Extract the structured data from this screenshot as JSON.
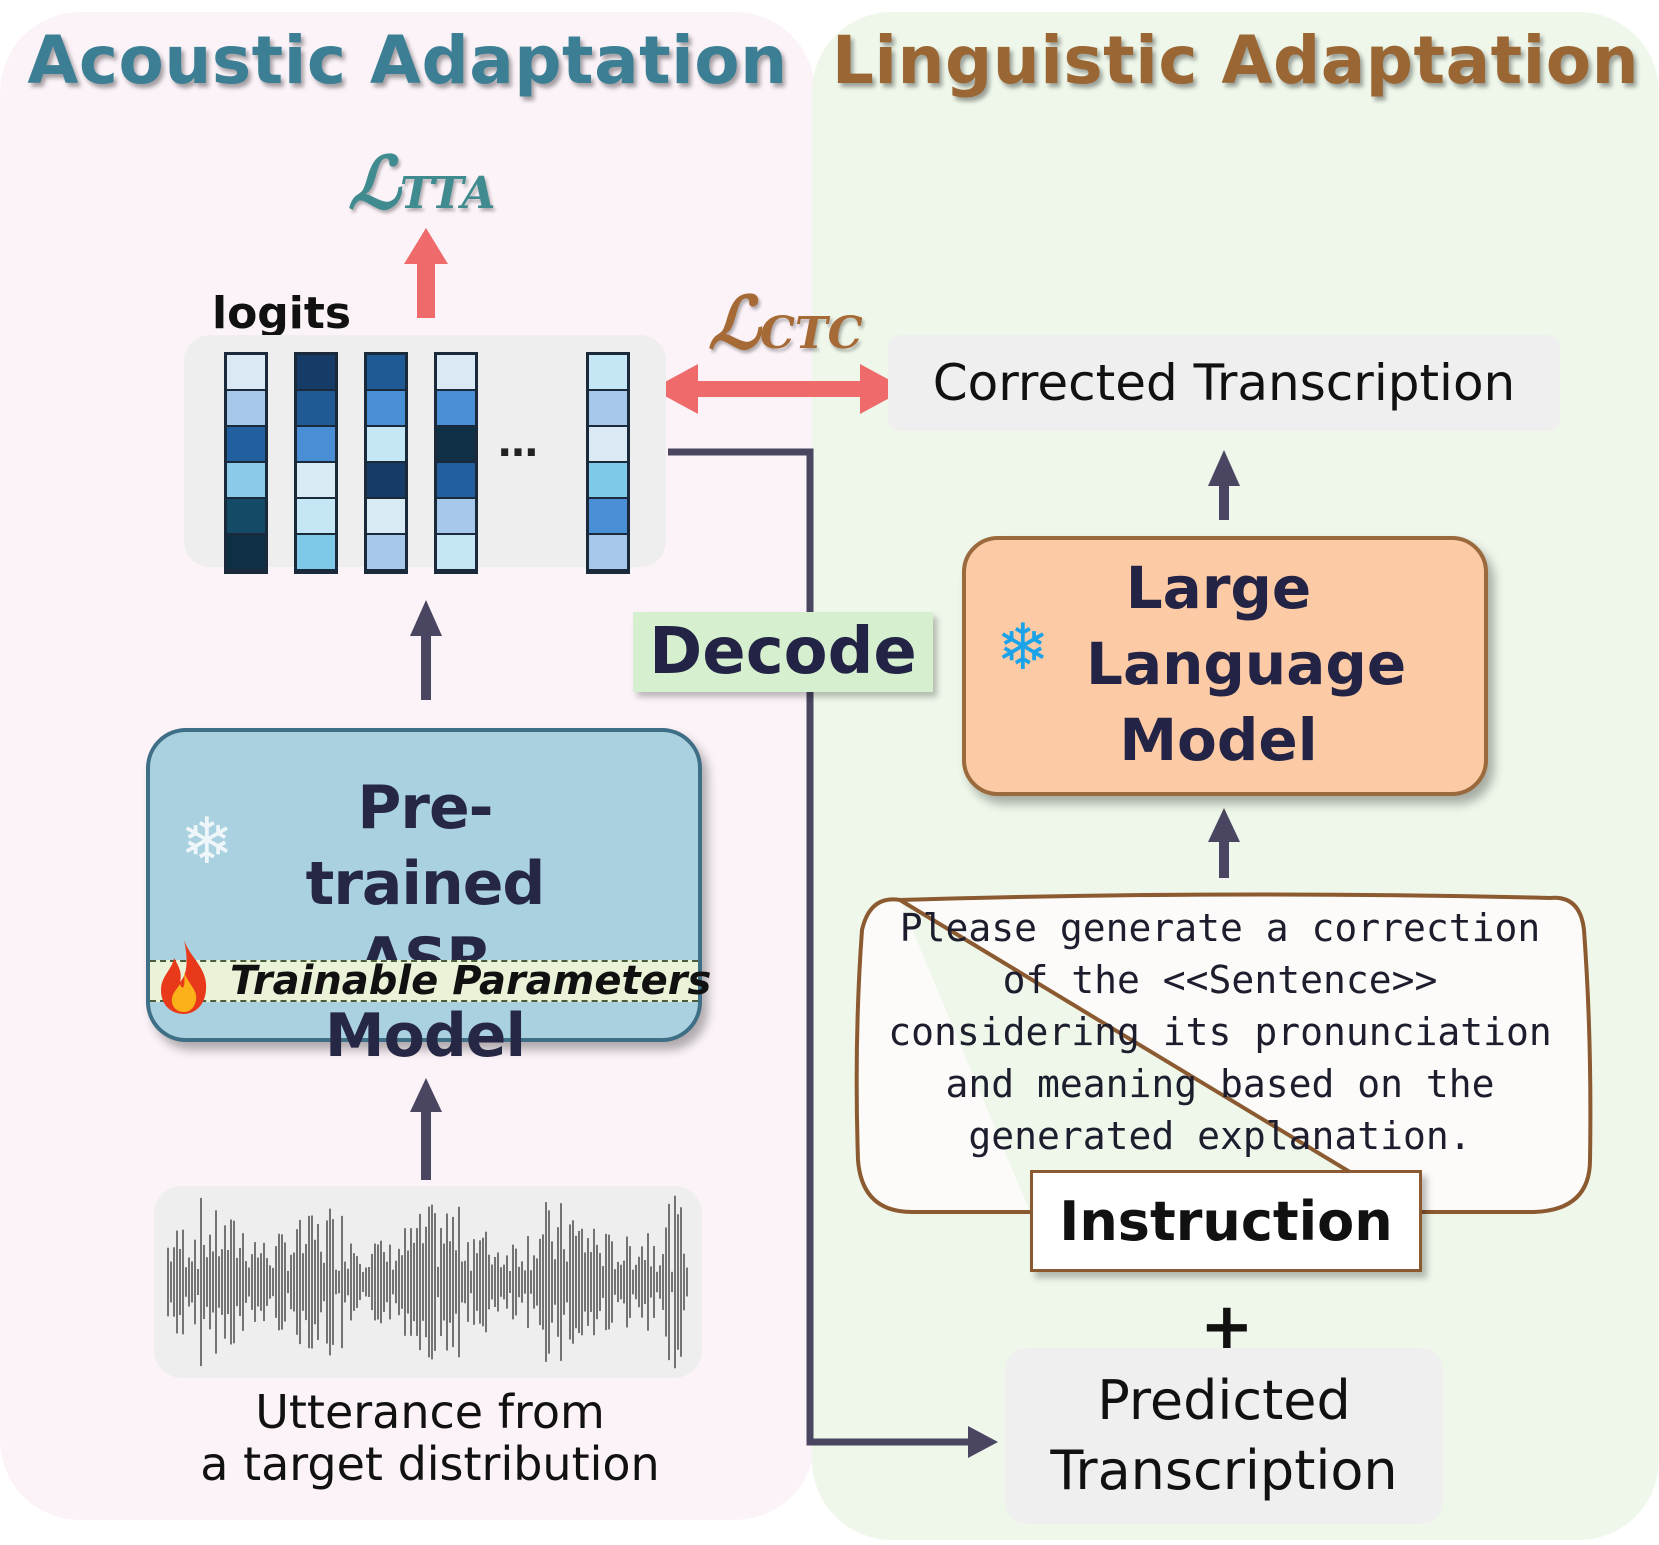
{
  "left_panel": {
    "title": "Acoustic Adaptation"
  },
  "right_panel": {
    "title": "Linguistic Adaptation"
  },
  "loss_tta": {
    "symbol": "ℒ",
    "subscript": "TTA",
    "color": "#3f8b8f"
  },
  "loss_ctc": {
    "symbol": "ℒ",
    "subscript": "CTC",
    "color": "#a56a35"
  },
  "logits": {
    "label": "logits",
    "ellipsis": "…",
    "columns": [
      [
        "#dbe9f5",
        "#a7c8ea",
        "#225f9f",
        "#8bcbea",
        "#154a66",
        "#0f2f45"
      ],
      [
        "#163b66",
        "#1f5a95",
        "#4a8fd6",
        "#d8eaf4",
        "#c5e6f5",
        "#7ec8e8"
      ],
      [
        "#1f5a95",
        "#4a8fd6",
        "#c5e6f5",
        "#163b66",
        "#d8eaf4",
        "#a7c8ea"
      ],
      [
        "#dbe9f5",
        "#4a8fd6",
        "#0f2f45",
        "#225f9f",
        "#a7c8ea",
        "#c5e6f5"
      ],
      [
        "#c5e6f5",
        "#a7c8ea",
        "#dbe9f5",
        "#7ec8e8",
        "#4a8fd6",
        "#a7c8ea"
      ]
    ]
  },
  "corrected": {
    "label": "Corrected Transcription"
  },
  "llm": {
    "line1": "Large",
    "line2": "Language",
    "line3": "Model",
    "frozen_icon": "snowflake-icon"
  },
  "asr": {
    "line1": "Pre-trained",
    "line2": "ASR Model",
    "frozen_icon": "snowflake-icon",
    "trainable_label": "Trainable Parameters",
    "trainable_icon": "flame-icon"
  },
  "decode": {
    "label": "Decode"
  },
  "utterance": {
    "line1": "Utterance from",
    "line2": "a target distribution"
  },
  "instruction": {
    "lines": [
      "Please generate a correction",
      "of the <<Sentence>>",
      "considering its pronunciation",
      "and meaning based on the",
      "generated explanation."
    ],
    "tab_label": "Instruction"
  },
  "plus": "+",
  "predicted": {
    "line1": "Predicted",
    "line2": "Transcription"
  },
  "colors": {
    "arrow_dark": "#4a4560",
    "arrow_red": "#ef6b6b",
    "llm_fill": "#fccba6",
    "asr_fill": "#a9d1df",
    "decode_fill": "#d6efcf"
  }
}
